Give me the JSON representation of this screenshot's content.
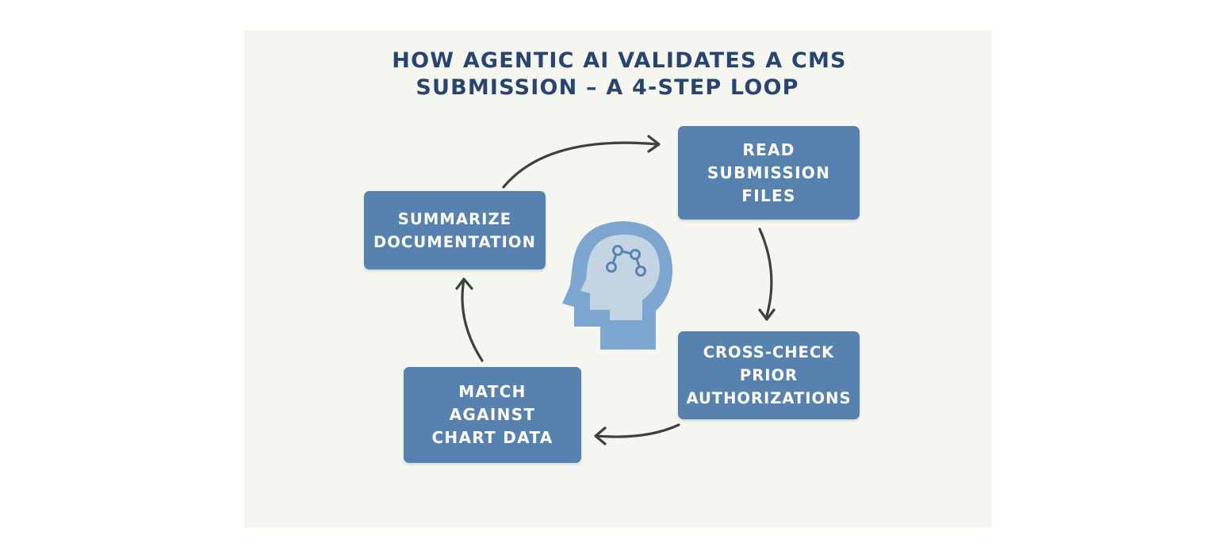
{
  "title": {
    "line1": "HOW AGENTIC AI VALIDATES A CMS",
    "line2": "SUBMISSION – A 4-STEP LOOP"
  },
  "steps": {
    "read": [
      "READ",
      "SUBMISSION",
      "FILES"
    ],
    "cross_check": [
      "CROSS-CHECK",
      "PRIOR",
      "AUTHORIZATIONS"
    ],
    "match": [
      "MATCH",
      "AGAINST",
      "CHART DATA"
    ],
    "summarize": [
      "SUMMARIZE",
      "DOCUMENTATION"
    ]
  },
  "icons": {
    "center": "ai-head-with-network-icon"
  },
  "colors": {
    "title": "#284571",
    "step_fill": "#5782b0",
    "step_text": "#ffffff",
    "panel_bg": "#f5f6f0",
    "arrow": "#3c4240",
    "head_outer": "#7ca5cf",
    "head_inner": "#c3d5e3",
    "network": "#5883b3"
  }
}
